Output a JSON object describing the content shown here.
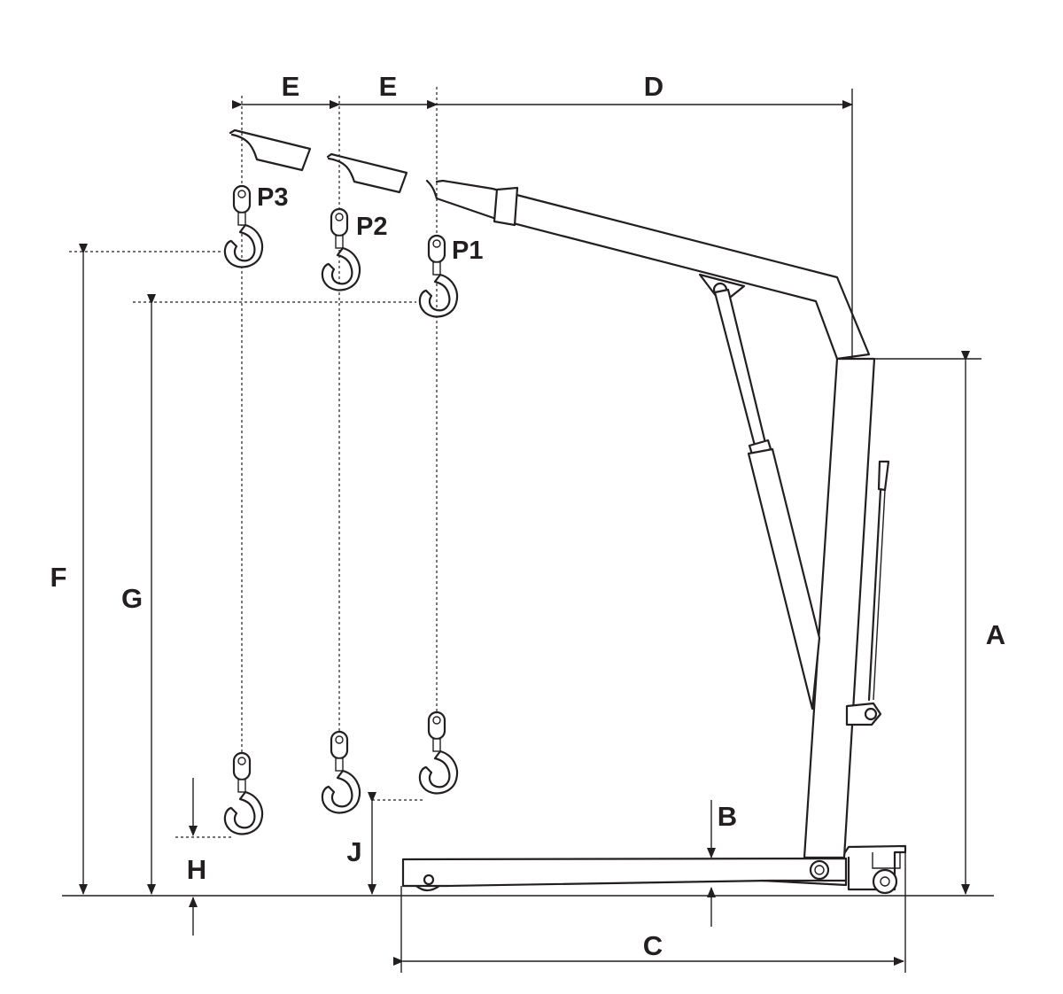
{
  "dimensions": {
    "A": "A",
    "B": "B",
    "C": "C",
    "D": "D",
    "E1": "E",
    "E2": "E",
    "F": "F",
    "G": "G",
    "H": "H",
    "J": "J"
  },
  "positions": {
    "P1": "P1",
    "P2": "P2",
    "P3": "P3"
  }
}
